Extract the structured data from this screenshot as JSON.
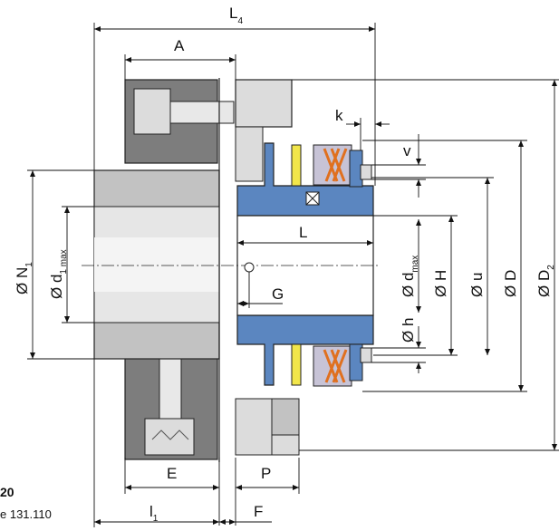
{
  "dimensions": {
    "L4": {
      "main": "L",
      "sub": "4"
    },
    "A": "A",
    "k": "k",
    "v": "v",
    "L": "L",
    "G": "G",
    "E": "E",
    "P": "P",
    "F": "F",
    "l1": {
      "main": "l",
      "sub": "1"
    },
    "N1": {
      "main": "Ø N",
      "sub": "1"
    },
    "d1max": {
      "main": "Ø d",
      "sub": "1 max"
    },
    "dmax": {
      "main": "Ø d",
      "sub": "max"
    },
    "H": "Ø H",
    "h": "Ø h",
    "u": "Ø u",
    "D": "Ø D",
    "D2": {
      "main": "Ø D",
      "sub": "2"
    }
  },
  "caption": {
    "figure_number": "20",
    "type_label": "e 131.110"
  },
  "colors": {
    "dark_gray": "#7d7d7d",
    "mid_gray": "#c2c2c2",
    "light_gray": "#dcdcdc",
    "blue": "#5b86c0",
    "yellow": "#f2e64a",
    "orange": "#e0701f",
    "tan": "#c7c3d6"
  }
}
